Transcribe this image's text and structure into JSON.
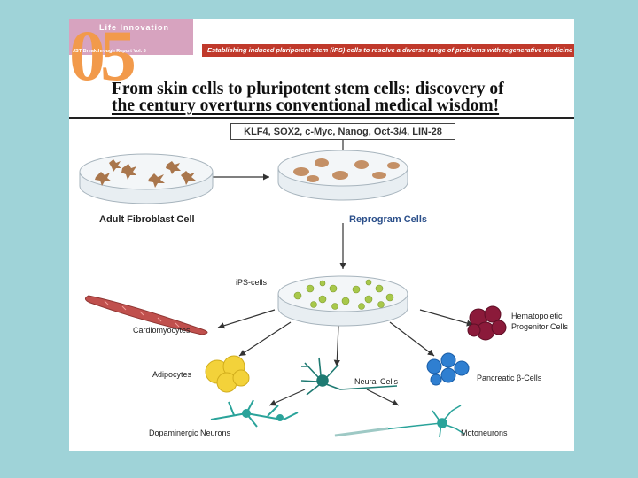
{
  "header": {
    "series_label": "Life Innovation",
    "number": "05",
    "report_label": "JST Breakthrough Report  Vol. 5",
    "banner_text": "Establishing induced pluripotent stem (iPS) cells to resolve a diverse range of problems with regenerative medicine",
    "title_line1": "From skin cells to pluripotent stem cells: discovery of",
    "title_line2": "the century overturns conventional medical wisdom!"
  },
  "diagram": {
    "factors": "KLF4, SOX2, c-Myc, Nanog, Oct-3/4, LIN-28",
    "adult_fibroblast": "Adult Fibroblast Cell",
    "reprogram": "Reprogram Cells",
    "ips": "iPS-cells",
    "cardiomyocytes": "Cardiomyocytes",
    "hematopoietic_line1": "Hematopoietic",
    "hematopoietic_line2": "Progenitor Cells",
    "adipocytes": "Adipocytes",
    "neural": "Neural Cells",
    "pancreatic": "Pancreatic β-Cells",
    "dopaminergic": "Dopaminergic Neurons",
    "motoneurons": "Motoneurons"
  },
  "colors": {
    "background": "#9fd3d8",
    "header_pink": "#d7a3bf",
    "banner_red": "#c0392b",
    "number_orange": "#f29a4b",
    "label_blue": "#2b4f8a",
    "fibroblast": "#a9764c",
    "ips_green": "#a8c84a",
    "cardio_red": "#c0504d",
    "hemato": "#8b1a3a",
    "adipocyte": "#f3d23a",
    "neural_teal": "#1e7a72",
    "pancreatic_blue": "#2f7fd1"
  }
}
